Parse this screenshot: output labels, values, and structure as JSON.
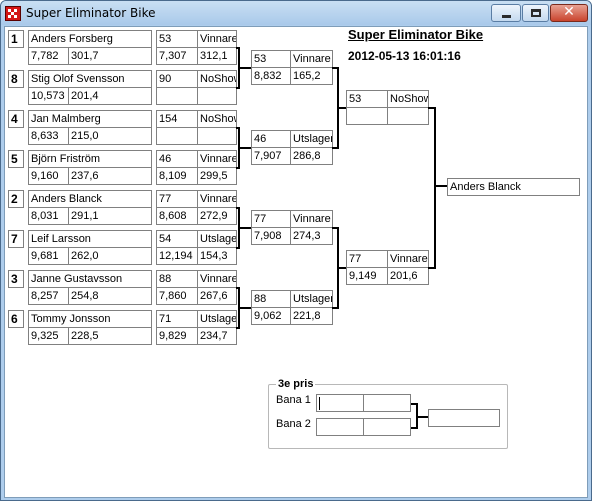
{
  "window": {
    "title": "Super Eliminator Bike",
    "icon": "checkered-flag-icon",
    "controls": [
      "minimize",
      "maximize",
      "close"
    ],
    "close_glyph": "✕"
  },
  "header": {
    "title": "Super Eliminator Bike",
    "timestamp": "2012-05-13 16:01:16"
  },
  "round1": [
    {
      "seed": "1",
      "name": "Anders Forsberg",
      "rt": "7,782",
      "speed": "301,7"
    },
    {
      "seed": "8",
      "name": "Stig Olof Svensson",
      "rt": "10,573",
      "speed": "201,4"
    },
    {
      "seed": "4",
      "name": "Jan Malmberg",
      "rt": "8,633",
      "speed": "215,0"
    },
    {
      "seed": "5",
      "name": "Björn Friström",
      "rt": "9,160",
      "speed": "237,6"
    },
    {
      "seed": "2",
      "name": "Anders Blanck",
      "rt": "8,031",
      "speed": "291,1"
    },
    {
      "seed": "7",
      "name": "Leif Larsson",
      "rt": "9,681",
      "speed": "262,0"
    },
    {
      "seed": "3",
      "name": "Janne Gustavsson",
      "rt": "8,257",
      "speed": "254,8"
    },
    {
      "seed": "6",
      "name": "Tommy Jonsson",
      "rt": "9,325",
      "speed": "228,5"
    }
  ],
  "round1_results": [
    {
      "num": "53",
      "status": "Vinnare",
      "rt": "7,307",
      "speed": "312,1"
    },
    {
      "num": "90",
      "status": "NoShow",
      "rt": "",
      "speed": ""
    },
    {
      "num": "154",
      "status": "NoShow",
      "rt": "",
      "speed": ""
    },
    {
      "num": "46",
      "status": "Vinnare",
      "rt": "8,109",
      "speed": "299,5"
    },
    {
      "num": "77",
      "status": "Vinnare",
      "rt": "8,608",
      "speed": "272,9"
    },
    {
      "num": "54",
      "status": "Utslagen",
      "rt": "12,194",
      "speed": "154,3"
    },
    {
      "num": "88",
      "status": "Vinnare",
      "rt": "7,860",
      "speed": "267,6"
    },
    {
      "num": "71",
      "status": "Utslagen",
      "rt": "9,829",
      "speed": "234,7"
    }
  ],
  "round2": [
    {
      "num": "53",
      "status": "Vinnare",
      "rt": "8,832",
      "speed": "165,2"
    },
    {
      "num": "46",
      "status": "Utslagen",
      "rt": "7,907",
      "speed": "286,8"
    },
    {
      "num": "77",
      "status": "Vinnare",
      "rt": "7,908",
      "speed": "274,3"
    },
    {
      "num": "88",
      "status": "Utslagen",
      "rt": "9,062",
      "speed": "221,8"
    }
  ],
  "round3": [
    {
      "num": "53",
      "status": "NoShow",
      "rt": "",
      "speed": ""
    },
    {
      "num": "77",
      "status": "Vinnare",
      "rt": "9,149",
      "speed": "201,6"
    }
  ],
  "winner": {
    "name": "Anders Blanck"
  },
  "third_place": {
    "label": "3e pris",
    "lane1_label": "Bana 1",
    "lane2_label": "Bana 2",
    "lane1_a": "",
    "lane1_b": "",
    "lane2_a": "",
    "lane2_b": "",
    "result": ""
  }
}
